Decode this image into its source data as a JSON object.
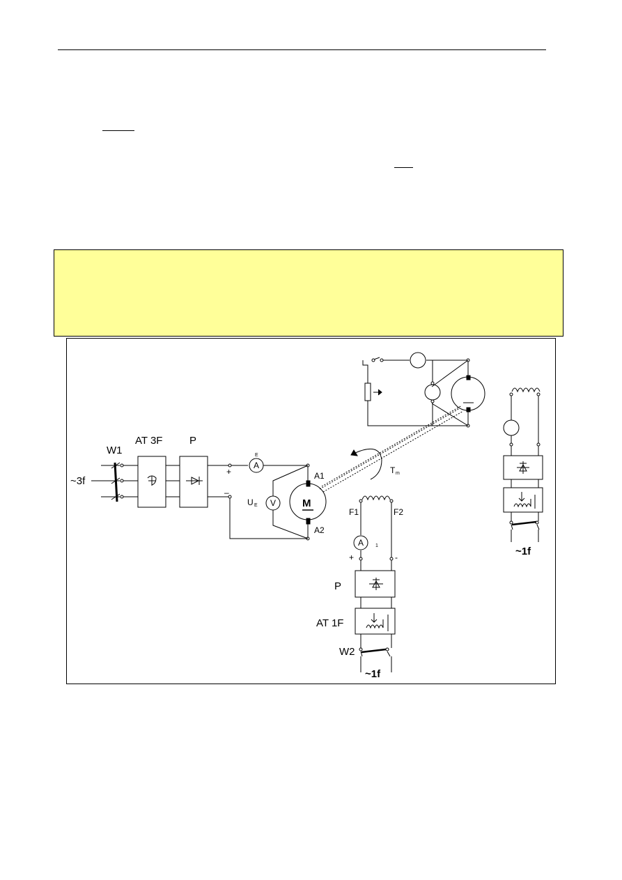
{
  "labels": {
    "w1": "W1",
    "at3f": "AT 3F",
    "p_top": "P",
    "supply_3f": "~3f",
    "ammeter_a": "A",
    "ammeter_a_sub": "E",
    "voltmeter_v": "V",
    "ue": "U",
    "ue_sub": "E",
    "plus_top": "+",
    "minus_top": "–",
    "a1": "A1",
    "a2": "A2",
    "motor": "M",
    "tm": "T",
    "tm_sub": "m",
    "f1": "F1",
    "f2": "F2",
    "ammeter_field": "A",
    "ammeter_field_sub": "1",
    "plus_field": "+",
    "minus_field": "-",
    "p_field": "P",
    "at1f": "AT 1F",
    "w2": "W2",
    "supply_1f_bottom": "~1f",
    "supply_1f_right": "~1f"
  },
  "colors": {
    "banner": "#ffff99",
    "line": "#000000"
  }
}
